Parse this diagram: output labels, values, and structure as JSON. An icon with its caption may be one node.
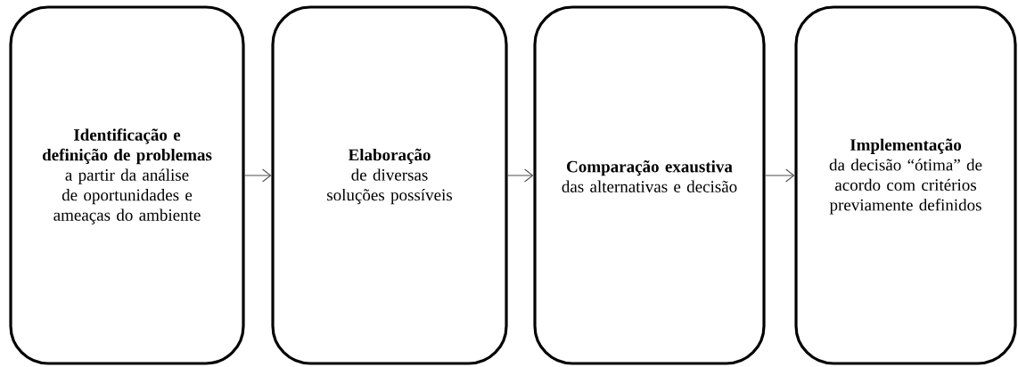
{
  "diagram": {
    "nodes": [
      {
        "text": [
          "Identificação e definição de problemas",
          "a partir da análise de oportunidades e ameaças do ambiente"
        ]
      },
      {
        "text": [
          "Elaboração",
          "de diversas soluções possíveis"
        ]
      },
      {
        "text": [
          "Comparação exaustiva",
          "das alternativas e decisão"
        ]
      },
      {
        "text": [
          "Implementação",
          "da decisão “ótima” de acordo com critérios previamente definidos"
        ]
      }
    ],
    "edges": [
      {
        "from": 0,
        "to": 1,
        "arrow": "to"
      },
      {
        "from": 1,
        "to": 2,
        "arrow": "to"
      },
      {
        "from": 2,
        "to": 3,
        "arrow": "to"
      }
    ]
  }
}
